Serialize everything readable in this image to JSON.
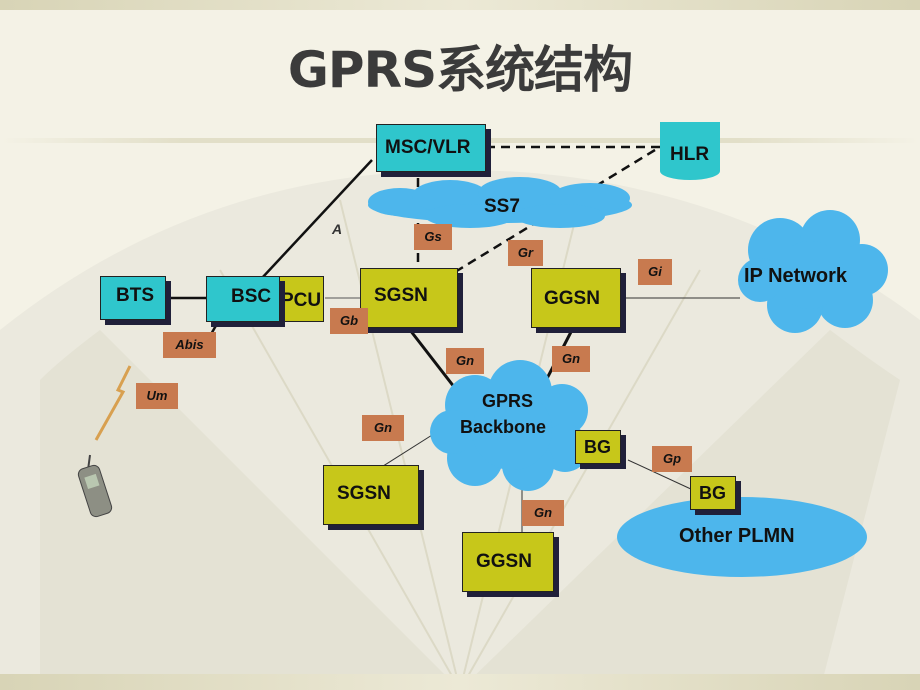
{
  "title": "GPRS系统结构",
  "nodes": {
    "msc_vlr": "MSC/VLR",
    "hlr": "HLR",
    "bts": "BTS",
    "bsc": "BSC",
    "pcu": "PCU",
    "sgsn_top": "SGSN",
    "ggsn_top": "GGSN",
    "sgsn_bottom": "SGSN",
    "ggsn_bottom": "GGSN",
    "bg_1": "BG",
    "bg_2": "BG"
  },
  "clouds": {
    "ss7": "SS7",
    "ip_network": "IP Network",
    "gprs_backbone_line1": "GPRS",
    "gprs_backbone_line2": "Backbone",
    "other_plmn": "Other PLMN"
  },
  "interfaces": {
    "gs": "Gs",
    "gr": "Gr",
    "gi": "Gi",
    "gb": "Gb",
    "abis": "Abis",
    "um": "Um",
    "gn_1": "Gn",
    "gn_2": "Gn",
    "gn_3": "Gn",
    "gn_4": "Gn",
    "gp": "Gp",
    "a": "A"
  },
  "colors": {
    "cyan_node": "#2fc6cc",
    "olive_node": "#c7c71a",
    "cloud": "#4db6ec",
    "interface_label": "#c87a4f",
    "title": "#3b3b3b"
  }
}
